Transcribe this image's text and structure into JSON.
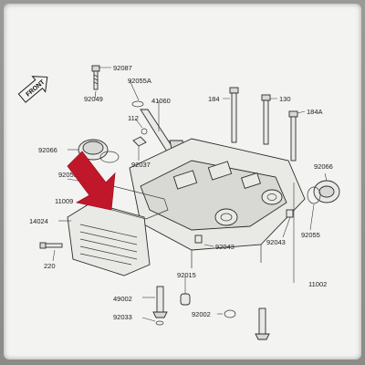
{
  "front_label": "FRONT",
  "colors": {
    "arrow": "#c0182a",
    "ink": "#1d1d1d",
    "paper": "#f3f3f1"
  },
  "callouts": [
    "92087",
    "92055A",
    "92049",
    "41060",
    "112",
    "92066",
    "92037",
    "92055",
    "11009",
    "14024",
    "220",
    "92043",
    "92015",
    "49002",
    "92033",
    "184",
    "130",
    "184A",
    "92066",
    "92055",
    "92043",
    "11002",
    "92002"
  ]
}
